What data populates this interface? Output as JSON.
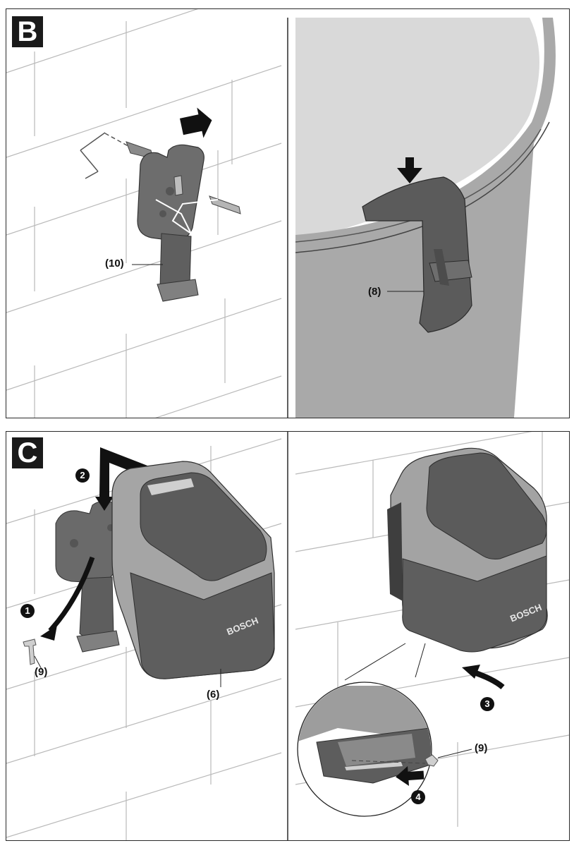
{
  "figures": [
    {
      "letter": "B",
      "callouts": {
        "wall_bracket": "(10)",
        "hook": "(8)"
      }
    },
    {
      "letter": "C",
      "callouts": {
        "screw_left": "(9)",
        "battery": "(6)",
        "screw_right": "(9)"
      },
      "steps": [
        "1",
        "2",
        "3",
        "4"
      ],
      "brand": "BOSCH"
    }
  ]
}
